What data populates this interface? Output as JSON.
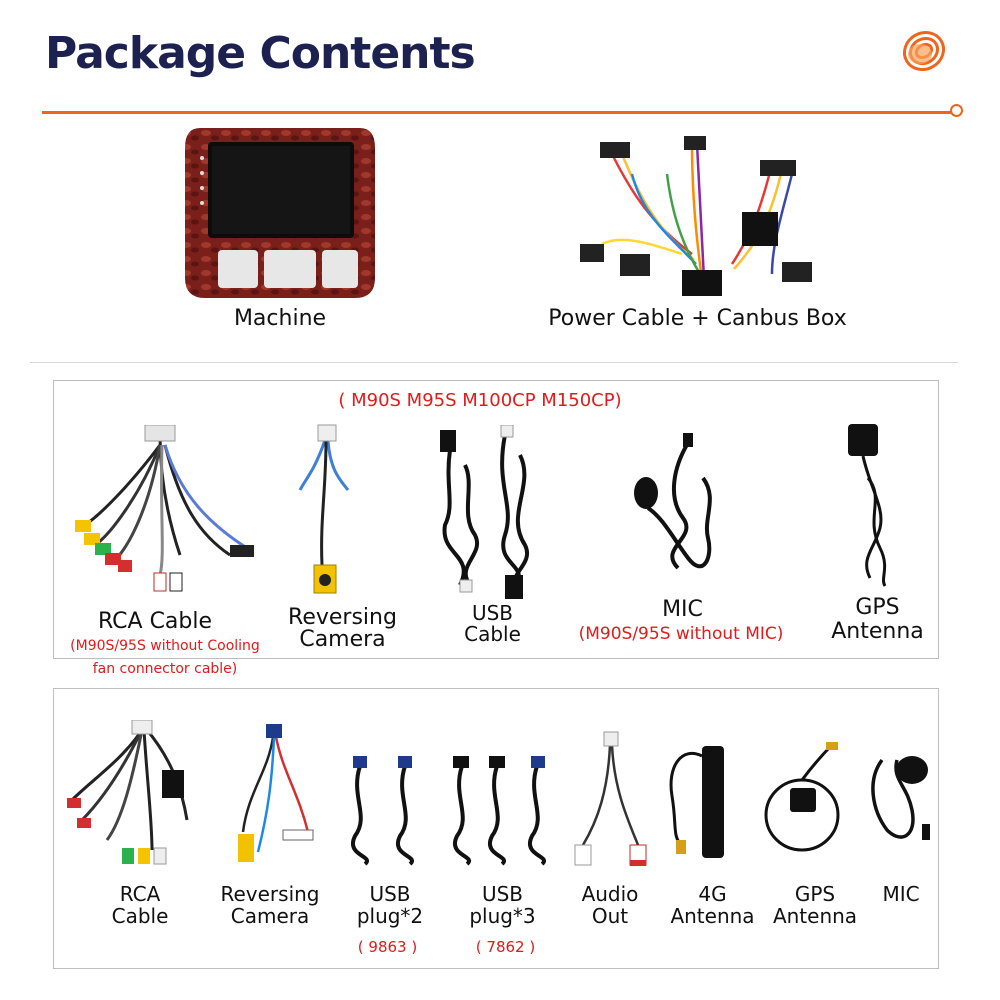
{
  "title": "Package Contents",
  "accent_color": "#f0641e",
  "title_color": "#1c2150",
  "top": {
    "machine_label": "Machine",
    "power_label": "Power Cable + Canbus Box"
  },
  "box1": {
    "models": "( M90S M95S M100CP M150CP)",
    "items": [
      {
        "label_line1": "RCA Cable",
        "note_line1": "(M90S/95S without Cooling",
        "note_line2": "fan connector cable)"
      },
      {
        "label_line1": "Reversing",
        "label_line2": "Camera"
      },
      {
        "label_line1": "USB",
        "label_line2": "Cable"
      },
      {
        "label_line1": "MIC",
        "note_line1": "(M90S/95S without MIC)"
      },
      {
        "label_line1": "GPS",
        "label_line2": "Antenna"
      }
    ]
  },
  "box2": {
    "items": [
      {
        "label_line1": "RCA",
        "label_line2": "Cable"
      },
      {
        "label_line1": "Reversing",
        "label_line2": "Camera"
      },
      {
        "label_line1": "USB",
        "label_line2": "plug*2",
        "note": "( 9863 )"
      },
      {
        "label_line1": "USB",
        "label_line2": "plug*3",
        "note": "( 7862 )"
      },
      {
        "label_line1": "Audio",
        "label_line2": "Out"
      },
      {
        "label_line1": "4G",
        "label_line2": "Antenna"
      },
      {
        "label_line1": "GPS",
        "label_line2": "Antenna"
      },
      {
        "label_line1": "MIC"
      }
    ]
  }
}
